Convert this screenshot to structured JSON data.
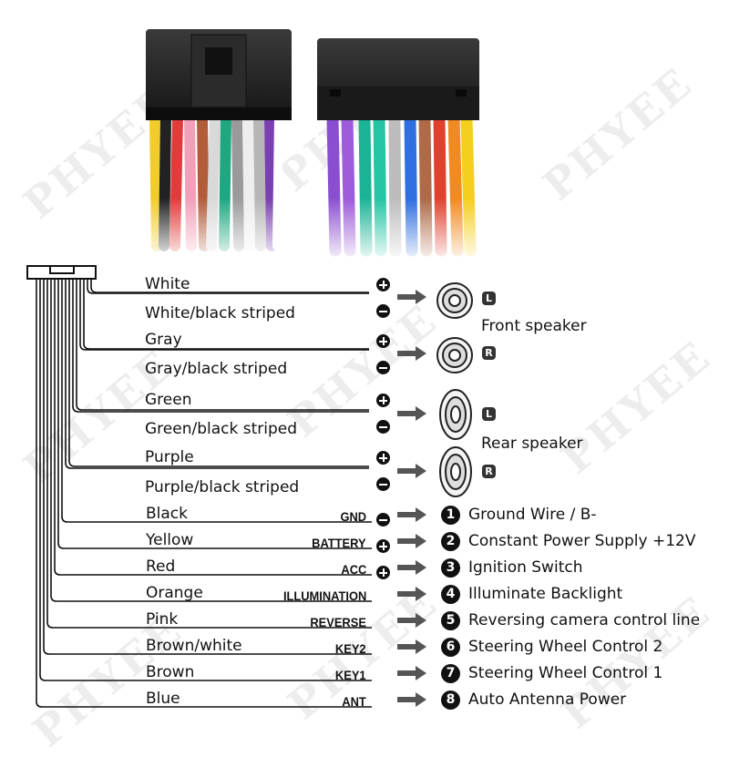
{
  "watermark": "PHYEE",
  "photo": {
    "description_icon": "connector-photo"
  },
  "front_speaker": {
    "title": "Front speaker",
    "left_badge": "L",
    "right_badge": "R"
  },
  "rear_speaker": {
    "title": "Rear speaker",
    "left_badge": "L",
    "right_badge": "R"
  },
  "speaker_wires": [
    {
      "label": "White",
      "polarity": "+"
    },
    {
      "label": "White/black striped",
      "polarity": "-"
    },
    {
      "label": "Gray",
      "polarity": "+"
    },
    {
      "label": "Gray/black striped",
      "polarity": "-"
    },
    {
      "label": "Green",
      "polarity": "+"
    },
    {
      "label": "Green/black striped",
      "polarity": "-"
    },
    {
      "label": "Purple",
      "polarity": "+"
    },
    {
      "label": "Purple/black striped",
      "polarity": "-"
    }
  ],
  "function_wires": [
    {
      "color": "Black",
      "signal": "GND",
      "polarity": "-",
      "num": "1",
      "description": "Ground Wire / B-"
    },
    {
      "color": "Yellow",
      "signal": "BATTERY",
      "polarity": "+",
      "num": "2",
      "description": "Constant Power Supply +12V"
    },
    {
      "color": "Red",
      "signal": "ACC",
      "polarity": "+",
      "num": "3",
      "description": "Ignition Switch"
    },
    {
      "color": "Orange",
      "signal": "ILLUMINATION",
      "polarity": "",
      "num": "4",
      "description": "Illuminate Backlight"
    },
    {
      "color": "Pink",
      "signal": "REVERSE",
      "polarity": "",
      "num": "5",
      "description": "Reversing camera control line"
    },
    {
      "color": "Brown/white",
      "signal": "KEY2",
      "polarity": "",
      "num": "6",
      "description": "Steering Wheel Control 2"
    },
    {
      "color": "Brown",
      "signal": "KEY1",
      "polarity": "",
      "num": "7",
      "description": "Steering Wheel Control 1"
    },
    {
      "color": "Blue",
      "signal": "ANT",
      "polarity": "",
      "num": "8",
      "description": "Auto  Antenna Power"
    }
  ],
  "colors": {
    "line": "#111111",
    "arrow": "#555555",
    "watermark": "#000000"
  }
}
